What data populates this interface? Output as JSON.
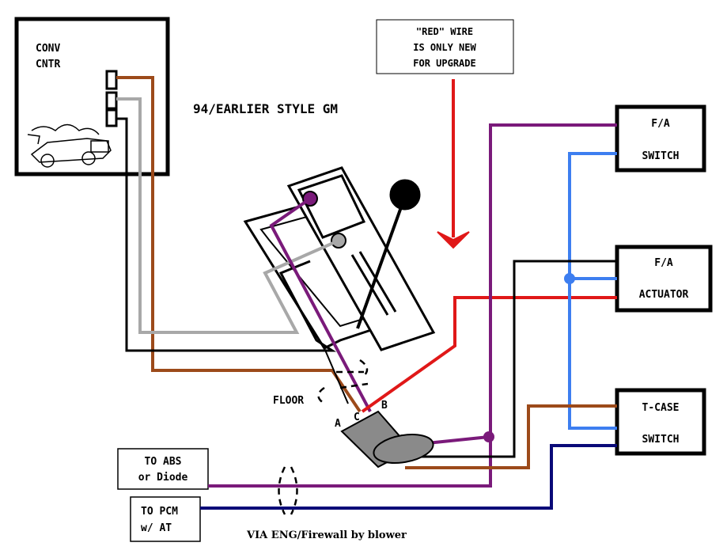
{
  "conv_cntr": {
    "line1": "CONV",
    "line2": "CNTR"
  },
  "title": "94/EARLIER STYLE GM",
  "note": {
    "line1": "\"RED\" WIRE",
    "line2": "IS ONLY NEW",
    "line3": "FOR UPGRADE"
  },
  "fa_switch": {
    "line1": "F/A",
    "line2": "SWITCH"
  },
  "fa_actuator": {
    "line1": "F/A",
    "line2": "ACTUATOR"
  },
  "tcase_switch": {
    "line1": "T-CASE",
    "line2": "SWITCH"
  },
  "abs_box": {
    "line1": "TO ABS",
    "line2": "or Diode"
  },
  "pcm_box": {
    "line1": "TO PCM",
    "line2": "w/ AT"
  },
  "floor_label": "FLOOR",
  "pins": {
    "a": "A",
    "b": "B",
    "c": "C"
  },
  "via_label": "VIA  ENG/Firewall by blower",
  "colors": {
    "brown": "#9c4a1a",
    "gray": "#a8a8a8",
    "purple": "#7a1a7a",
    "red": "#e01818",
    "blue": "#3d7ef0",
    "navy": "#0a0a78",
    "black": "#000000"
  }
}
